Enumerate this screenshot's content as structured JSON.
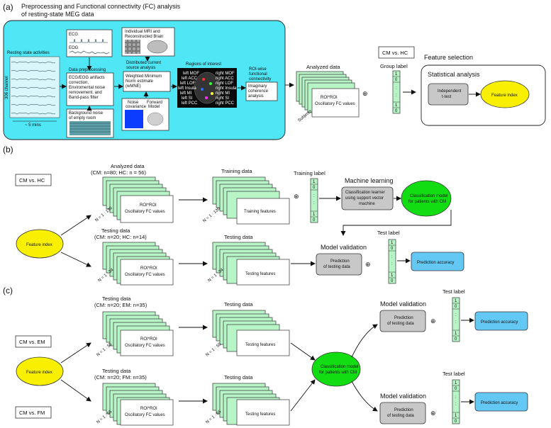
{
  "section_a": {
    "label": "(a)",
    "title_line1": "Preprocessing and Functional connectivity (FC) analysis",
    "title_line2": "of resting-state MEG data",
    "resting_state": "Resting state activities",
    "channel_label": "306 channel",
    "duration_label": "~ 5 mins",
    "ecg_label": "ECG",
    "eog_label": "EOG",
    "mri_line1": "Individual MRI and",
    "mri_line2": "Reconstructed Brain",
    "preproc_title": "Data preprocessing",
    "preproc_line1": "ECG/EOG artifacts",
    "preproc_line2": "correction,",
    "preproc_line3": "Enviromental noise",
    "preproc_line4": "removement. and",
    "preproc_line5": "Band-pass filter",
    "source_line1": "Distributed current",
    "source_line2": "source analysis",
    "wmne_line1": "Weighted Minimum",
    "wmne_line2": "Norm estimate",
    "wmne_line3": "(wMNE)",
    "noise_cov_line1": "Noise",
    "noise_cov_line2": "covariance",
    "forward_line1": "Forward",
    "forward_line2": "Model",
    "bg_noise_line1": "Background noise",
    "bg_noise_line2": "of empty room",
    "roi_title": "Regions of interest",
    "roi_left": [
      "left MOF",
      "left ACC",
      "left LOF",
      "left Insula",
      "left MI",
      "left SI",
      "left PCC"
    ],
    "roi_right": [
      "right MOF",
      "right ACC",
      "right LOF",
      "right Insula",
      "right MI",
      "right SI",
      "right PCC"
    ],
    "fc_line1": "ROI-wise",
    "fc_line2": "functional",
    "fc_line3": "connectivity",
    "imag_line1": "Imaginary",
    "imag_line2": "coherence",
    "imag_line3": "analysis",
    "analyzed_data": "Analyzed data",
    "subjects": "Subjects",
    "roi_line1": "ROI*ROI",
    "roi_line2": "Oscillatory FC values",
    "group_title": "CM vs. HC",
    "group_label": "Group label",
    "vector_labels": [
      "1",
      "0",
      ":",
      ":",
      "1",
      "0"
    ],
    "plus": "⊕",
    "feature_selection": "Feature selection",
    "stat_analysis": "Statistical analysis",
    "ttest_line1": "Independent",
    "ttest_line2": "t-test",
    "feature_index": "Feature index"
  },
  "section_b": {
    "label": "(b)",
    "group": "CM vs. HC",
    "feature_index": "Feature index",
    "analyzed_title": "Analyzed data",
    "analyzed_counts": "(CM: n=80; HC: n = 56)",
    "train_n": "N = 1 : 136",
    "roi_line1": "ROI*ROI",
    "roi_line2": "Oscillatory FC values",
    "training_data": "Training data",
    "training_features": "Training features",
    "training_n": "N = 1 : 136",
    "training_label": "Training label",
    "ml_title": "Machine learning",
    "classifier_line1": "Classification learner",
    "classifier_line2": "using support vector",
    "classifier_line3": "machine",
    "model_line1": "Classification model",
    "model_line2": "for patients with CM",
    "testing_title": "Testing data",
    "testing_counts": "(CM: n=20; HC: n=14)",
    "test_n": "N = 1 : 34",
    "testing_data": "Testing data",
    "testing_features": "Testing features",
    "testing_n": "N = 1 : 34",
    "model_validation": "Model validation",
    "prediction_line1": "Prediction",
    "prediction_line2": "of testing data",
    "test_label": "Test label",
    "accuracy": "Prediction accuracy",
    "vector_labels": [
      "1",
      "0",
      ":",
      ":",
      "1",
      "0"
    ],
    "plus": "⊕"
  },
  "section_c": {
    "label": "(c)",
    "group_em": "CM vs. EM",
    "group_fm": "CM vs. FM",
    "feature_index": "Feature index",
    "top_title": "Testing data",
    "top_counts": "(CM: n=20; EM: n=35)",
    "bottom_title": "Testing data",
    "bottom_counts": "(CM: n=20; FM: n=35)",
    "n_label": "N = 1 : 55",
    "roi_line1": "ROI*ROI",
    "roi_line2": "Oscillatory FC values",
    "testing_data": "Testing data",
    "testing_features": "Testing features",
    "model_line1": "Classification model",
    "model_line2": "for patients with CM",
    "model_validation": "Model validation",
    "prediction_line1": "Prediction",
    "prediction_line2": "of testing data",
    "test_label": "Test label",
    "accuracy": "Prediction accuracy",
    "vector_labels": [
      "1",
      "0",
      ":",
      ":",
      "1",
      "0"
    ],
    "plus": "⊕"
  },
  "colors": {
    "panel_cyan": "#4fe6f5",
    "card_green": "#b8f5c6",
    "model_green": "#12dd12",
    "feature_yellow": "#f8f000",
    "accuracy_blue": "#64c8f5",
    "process_gray": "#c8c8c8"
  }
}
